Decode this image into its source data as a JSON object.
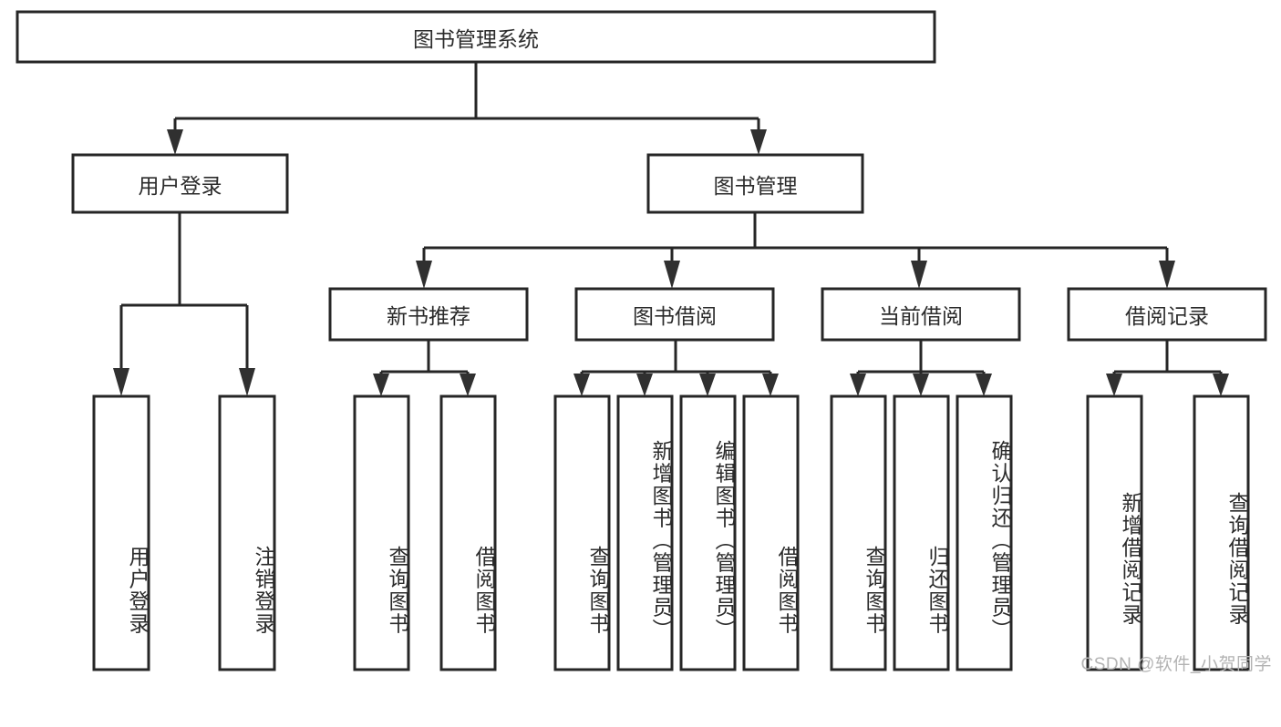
{
  "diagram": {
    "type": "tree-hierarchy-chart",
    "title": "图书管理系统",
    "stroke_color": "#262626",
    "text_color": "#2b2b2b",
    "background_color": "#ffffff",
    "levels": {
      "root": {
        "label": "图书管理系统"
      },
      "level2": [
        {
          "id": "user-login",
          "label": "用户登录"
        },
        {
          "id": "book-management",
          "label": "图书管理"
        }
      ],
      "level3": [
        {
          "id": "new-book-recommend",
          "label": "新书推荐"
        },
        {
          "id": "book-borrow",
          "label": "图书借阅"
        },
        {
          "id": "current-borrow",
          "label": "当前借阅"
        },
        {
          "id": "borrow-record",
          "label": "借阅记录"
        }
      ],
      "leaves": {
        "user_login": [
          {
            "id": "leaf-user-login",
            "label": "用户登录"
          },
          {
            "id": "leaf-logout-login",
            "label": "注销登录"
          }
        ],
        "new_book_recommend": [
          {
            "id": "leaf-query-book-1",
            "label": "查询图书"
          },
          {
            "id": "leaf-borrow-book-1",
            "label": "借阅图书"
          }
        ],
        "book_borrow": [
          {
            "id": "leaf-query-book-2",
            "label": "查询图书"
          },
          {
            "id": "leaf-add-book",
            "label": "新增图书（管理员）"
          },
          {
            "id": "leaf-edit-book",
            "label": "编辑图书（管理员）"
          },
          {
            "id": "leaf-borrow-book-2",
            "label": "借阅图书"
          }
        ],
        "current_borrow": [
          {
            "id": "leaf-query-book-3",
            "label": "查询图书"
          },
          {
            "id": "leaf-return-book",
            "label": "归还图书"
          },
          {
            "id": "leaf-confirm-return",
            "label": "确认归还（管理员）"
          }
        ],
        "borrow_record": [
          {
            "id": "leaf-add-record",
            "label": "新增借阅记录"
          },
          {
            "id": "leaf-query-record",
            "label": "查询借阅记录"
          }
        ]
      }
    }
  },
  "watermark": {
    "text": "CSDN @软件_小贺同学"
  }
}
